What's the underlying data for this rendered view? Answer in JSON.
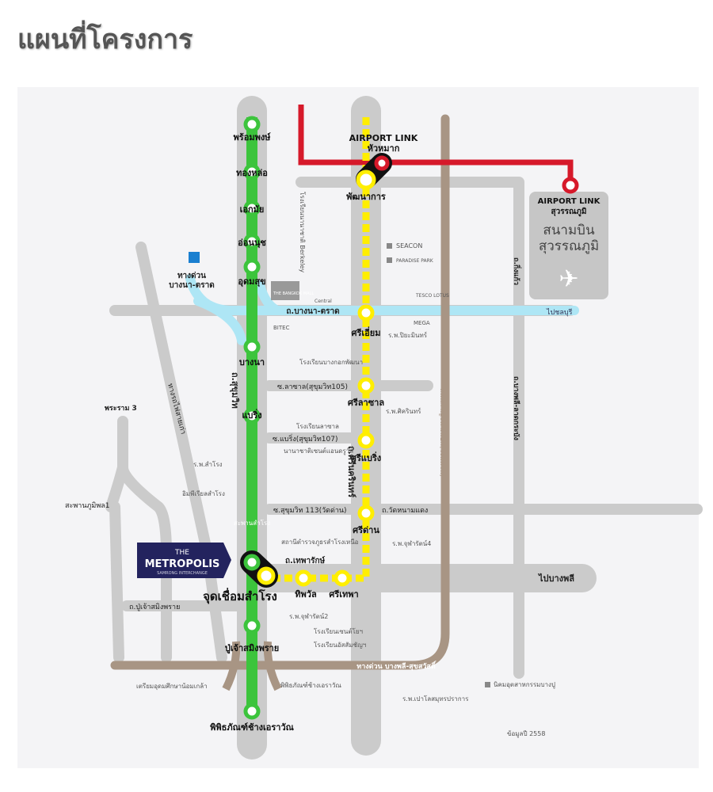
{
  "title": "แผนที่โครงการ",
  "colors": {
    "green_line": "#3cc43c",
    "yellow_line": "#ffee00",
    "red_line": "#d6192a",
    "expressway": "#a89584",
    "motorway": "#aee6f5",
    "road": "#cbcbcb",
    "project": "#23235e"
  },
  "green_stations": [
    "พร้อมพงษ์",
    "ทองหล่อ",
    "เอกมัย",
    "อ่อนนุช",
    "อุดมสุข",
    "บางนา",
    "แบริ่ง",
    "จุดเชื่อมสำโรง",
    "ปู่เจ้าสมิงพราย",
    "พิพิธภัณฑ์ช้างเอราวัณ"
  ],
  "yellow_stations": [
    "พัฒนาการ",
    "ศรีเอี่ยม",
    "ศรีลาซาล",
    "ศรีแบริ่ง",
    "ศรีด่าน",
    "ทิพวัล",
    "ศรีเทพา"
  ],
  "airport_link": {
    "hua_mak_1": "AIRPORT LINK",
    "hua_mak_2": "หัวหมาก",
    "suvarnabhumi_1": "AIRPORT LINK",
    "suvarnabhumi_2": "สุวรรณภูมิ",
    "airport_1": "สนามบิน",
    "airport_2": "สุวรรณภูมิ"
  },
  "roads": {
    "bangna_trat": "ถ.บางนา-ตราด",
    "to_chonburi": "ไปชลบุรี",
    "expressway_bangna": "ทางด่วน",
    "expressway_bangna2": "บางนา-ตราด",
    "lasalle": "ซ.ลาซาล(สุขุมวิท105)",
    "baering": "ซ.แบริ่ง(สุขุมวิท107)",
    "soi113": "ซ.สุขุมวิท 113(วัดด่าน)",
    "wat_dan": "ถ.วัดหนามแดง",
    "theparak": "ถ.เทพารักษ์",
    "to_bangplee": "ไปบางพลี",
    "puchao": "ถ.ปู่เจ้าสมิงพราย",
    "sukhumvit": "ถ.สุขุมวิท",
    "srinakarin": "ถ.ศรีนครินทร์",
    "kingkaew": "ถ.กิ่งแก้ว",
    "bangplee_lat": "ถ.บางพลี-ลาดกระบัง",
    "railway": "ทางรถไฟสายเก่า",
    "rama3": "พระราม 3",
    "bhumibol": "สะพานภูมิพล1",
    "ring": "ถนนกาญจนาภิเษก(วงแหวน)",
    "exp_bangplee": "ทางด่วน บางพลี-สุขสวัสดิ์",
    "samrong_bridge": "สะพานสำโรง"
  },
  "places": [
    "โรงเรียนนานาชาติ Berkeley",
    "THE BANGKOK MALL",
    "Central",
    "SEACON",
    "PARADISE PARK",
    "TESCO LOTUS",
    "BITEC",
    "MEGA",
    "ร.พ.ปิยะมินทร์",
    "โรงเรียนบางกอกพัฒนา",
    "ร.พ.ศิครินทร์",
    "โรงเรียนลาซาล",
    "นานาชาติเซนต์แอนดรูว์ส",
    "ร.พ.สำโรง",
    "อิมพีเรียลสำโรง",
    "สถานีตำรวจภูธรสำโรงเหนือ",
    "ร.พ.จุฬารัตน์4",
    "ร.พ.จุฬารัตน์2",
    "โรงเรียนเซนต์โยฯ",
    "โรงเรียนอัสสัมชัญฯ",
    "เตรียมอุดมศึกษาน้อมเกล้า",
    "พิพิธภัณฑ์ช้างเอราวัณ",
    "ร.พ.เปาโลสมุทรปราการ",
    "นิคมอุตสาหกรรมบางปู"
  ],
  "project": {
    "the": "THE",
    "name": "METROPOLIS",
    "sub": "SAMRONG INTERCHANGE"
  },
  "data_year": "ข้อมูลปี 2558"
}
